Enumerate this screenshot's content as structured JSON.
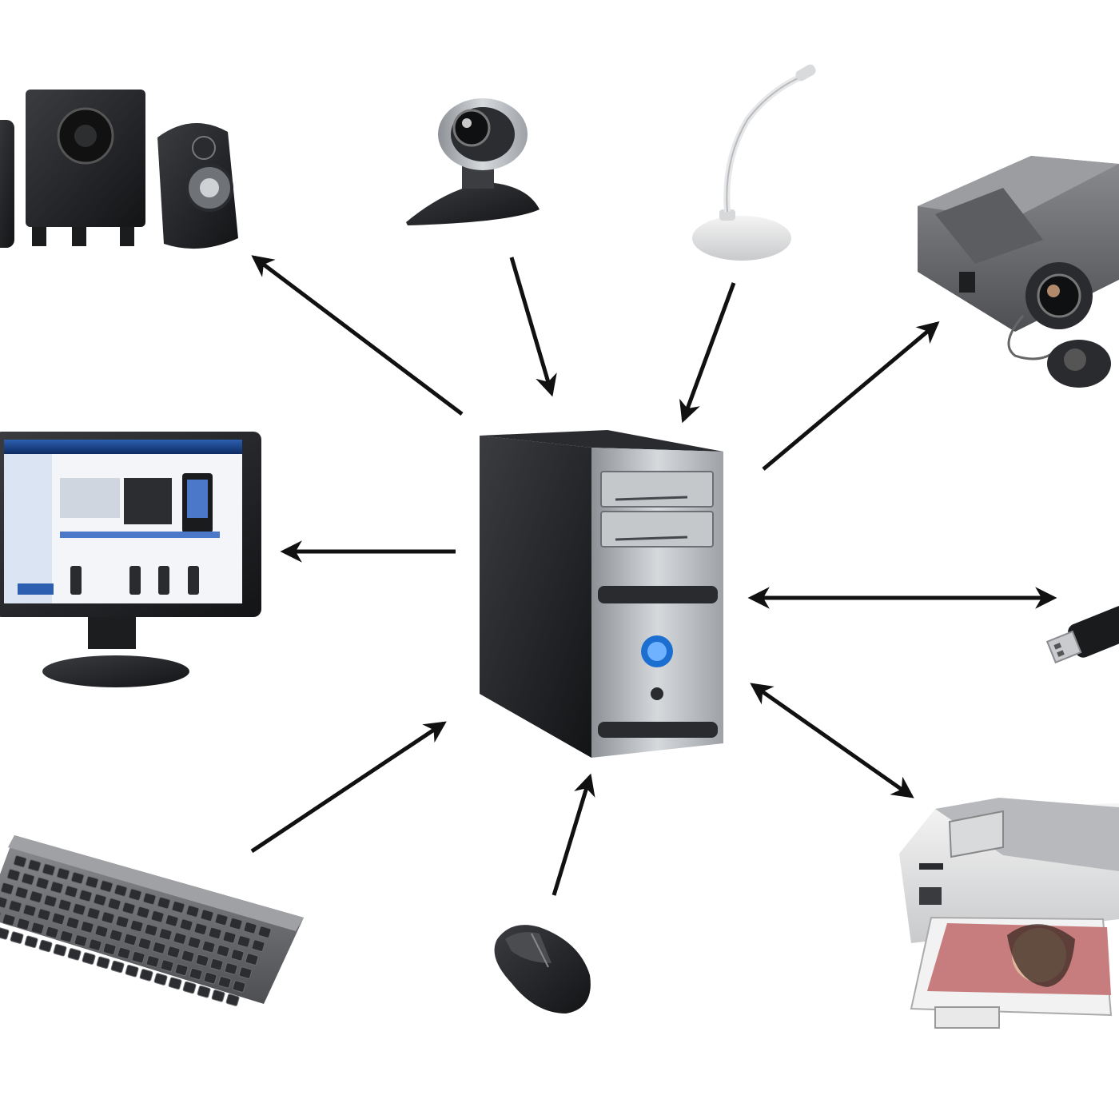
{
  "title": "",
  "hub": {
    "icon": "computer-tower-icon"
  },
  "peripherals": [
    {
      "id": "speakers",
      "icon": "speakers-icon",
      "connection": "output"
    },
    {
      "id": "webcam",
      "icon": "webcam-icon",
      "connection": "input"
    },
    {
      "id": "microphone",
      "icon": "microphone-icon",
      "connection": "input"
    },
    {
      "id": "projector",
      "icon": "projector-icon",
      "connection": "output"
    },
    {
      "id": "monitor",
      "icon": "monitor-icon",
      "connection": "output"
    },
    {
      "id": "usb-drive",
      "icon": "usb-drive-icon",
      "connection": "input-output"
    },
    {
      "id": "keyboard",
      "icon": "keyboard-icon",
      "connection": "input"
    },
    {
      "id": "mouse",
      "icon": "mouse-icon",
      "connection": "input"
    },
    {
      "id": "printer",
      "icon": "printer-scanner-icon",
      "connection": "input-output"
    }
  ],
  "colors": {
    "arrow": "#111111",
    "background": "#ffffff"
  }
}
